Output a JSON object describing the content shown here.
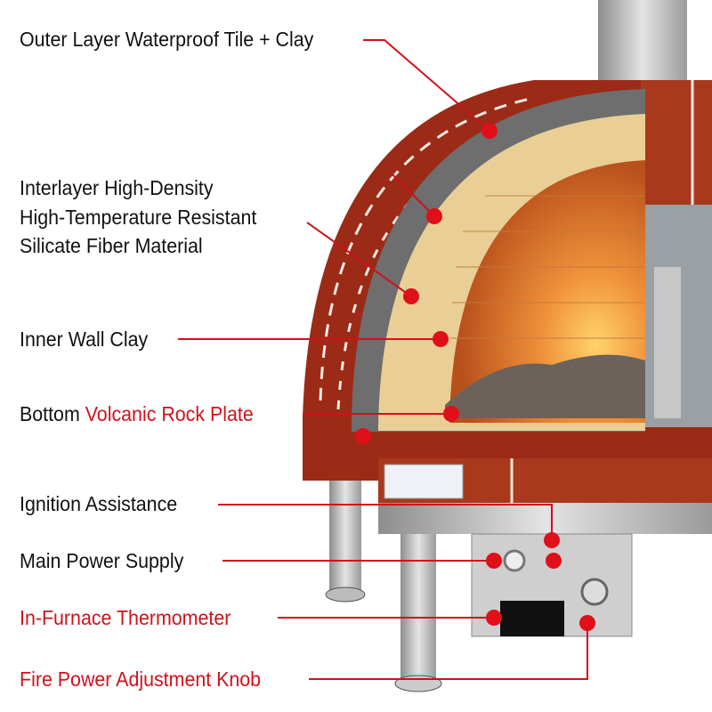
{
  "labels": {
    "outer": "Outer Layer Waterproof Tile + Clay",
    "interlayer_1": "Interlayer High-Density",
    "interlayer_2": "High-Temperature Resistant",
    "interlayer_3": "Silicate Fiber Material",
    "inner_wall": "Inner Wall Clay",
    "bottom_prefix": "Bottom ",
    "bottom_highlight": "Volcanic Rock Plate",
    "ignition": "Ignition Assistance",
    "power": "Main Power Supply",
    "thermometer": "In-Furnace Thermometer",
    "knob": "Fire Power Adjustment Knob"
  },
  "colors": {
    "accent": "#d0111b",
    "text": "#111111"
  }
}
